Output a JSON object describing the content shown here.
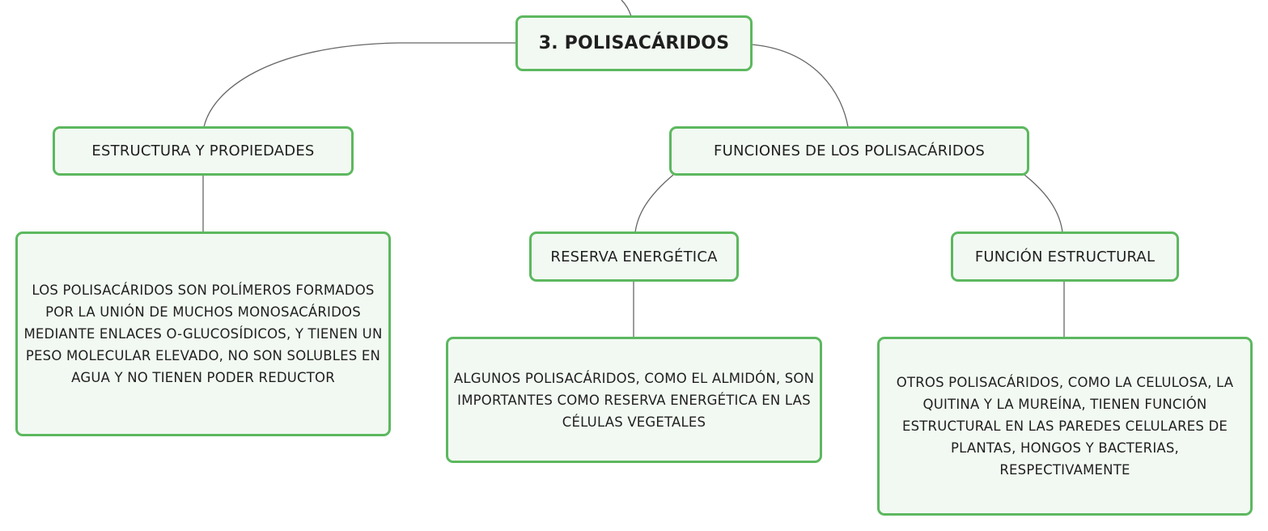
{
  "map": {
    "root": {
      "label": "3. POLISACÁRIDOS"
    },
    "branches": [
      {
        "label": "ESTRUCTURA Y PROPIEDADES",
        "detail": "LOS POLISACÁRIDOS SON POLÍMEROS FORMADOS POR LA UNIÓN DE MUCHOS MONOSACÁRIDOS MEDIANTE ENLACES O-GLUCOSÍDICOS, Y TIENEN UN PESO MOLECULAR ELEVADO, NO SON SOLUBLES EN AGUA Y NO TIENEN PODER REDUCTOR"
      },
      {
        "label": "FUNCIONES DE LOS POLISACÁRIDOS",
        "children": [
          {
            "label": "RESERVA ENERGÉTICA",
            "detail": "ALGUNOS POLISACÁRIDOS, COMO EL ALMIDÓN, SON IMPORTANTES COMO RESERVA ENERGÉTICA EN LAS CÉLULAS VEGETALES"
          },
          {
            "label": "FUNCIÓN ESTRUCTURAL",
            "detail": "OTROS POLISACÁRIDOS, COMO LA CELULOSA, LA QUITINA Y LA MUREÍNA, TIENEN FUNCIÓN ESTRUCTURAL EN LAS PAREDES CELULARES DE PLANTAS, HONGOS Y BACTERIAS, RESPECTIVAMENTE"
          }
        ]
      }
    ]
  },
  "colors": {
    "node_border": "#5cb85f",
    "node_fill": "#f2f9f2",
    "connector": "#666666",
    "text": "#1f1f1f"
  }
}
